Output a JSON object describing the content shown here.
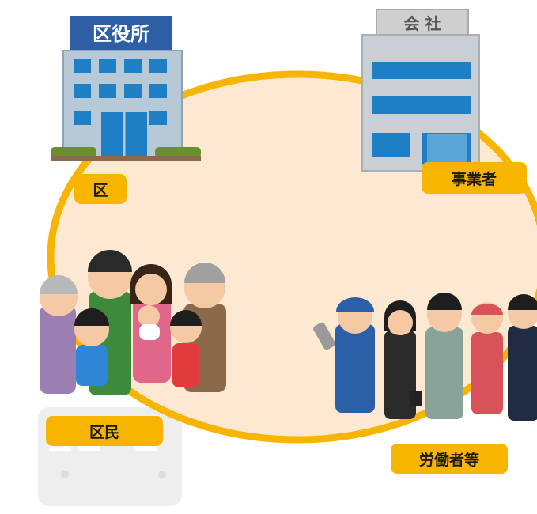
{
  "colors": {
    "ring": "#f7b500",
    "fill": "#fde9d2",
    "label_bg": "#f7b500"
  },
  "ward": {
    "sign": "区役所",
    "label": "区"
  },
  "company": {
    "sign": "会 社",
    "label": "事業者"
  },
  "residents": {
    "label": "区民"
  },
  "workers": {
    "label": "労働者等"
  }
}
